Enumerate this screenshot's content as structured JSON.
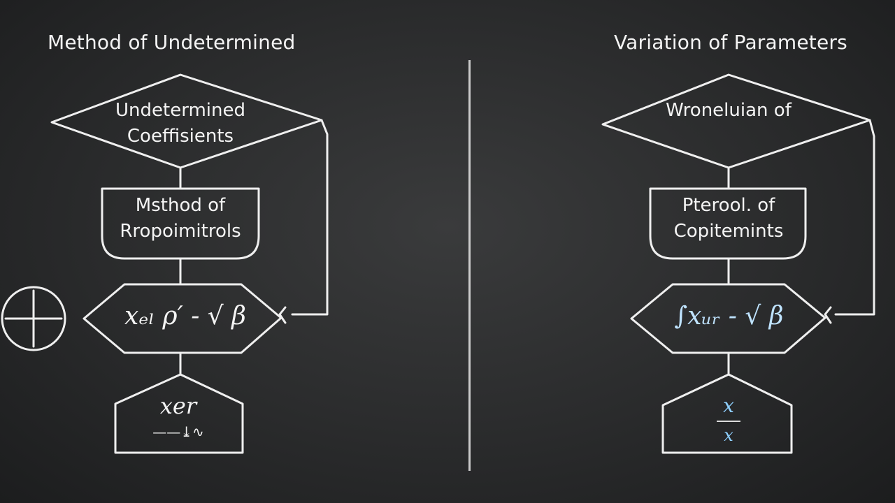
{
  "left": {
    "title": "Method of Undetermined",
    "decision_label_line1": "Undetermined",
    "decision_label_line2": "Coeffisients",
    "process_label_line1": "Msthod of",
    "process_label_line2": "Rropoimitrols",
    "hex_expression": "xₑₗ ρ′ - √ β",
    "bottom_expression": "xer",
    "bottom_squiggle": "——⤓∿"
  },
  "right": {
    "title": "Variation of Parameters",
    "decision_label": "Wroneluian of",
    "process_label_line1": "Pterool. of",
    "process_label_line2": "Copitemints",
    "hex_expression": "∫xᵤᵣ - √ β",
    "frac_numerator": "x",
    "frac_denominator": "x"
  },
  "colors": {
    "chalk": "#f2f2f2",
    "chalk_blue": "#8fd0ff",
    "board": "#2a2b2c"
  },
  "icons": {
    "left_margin_icon": "circled-plus-icon"
  }
}
